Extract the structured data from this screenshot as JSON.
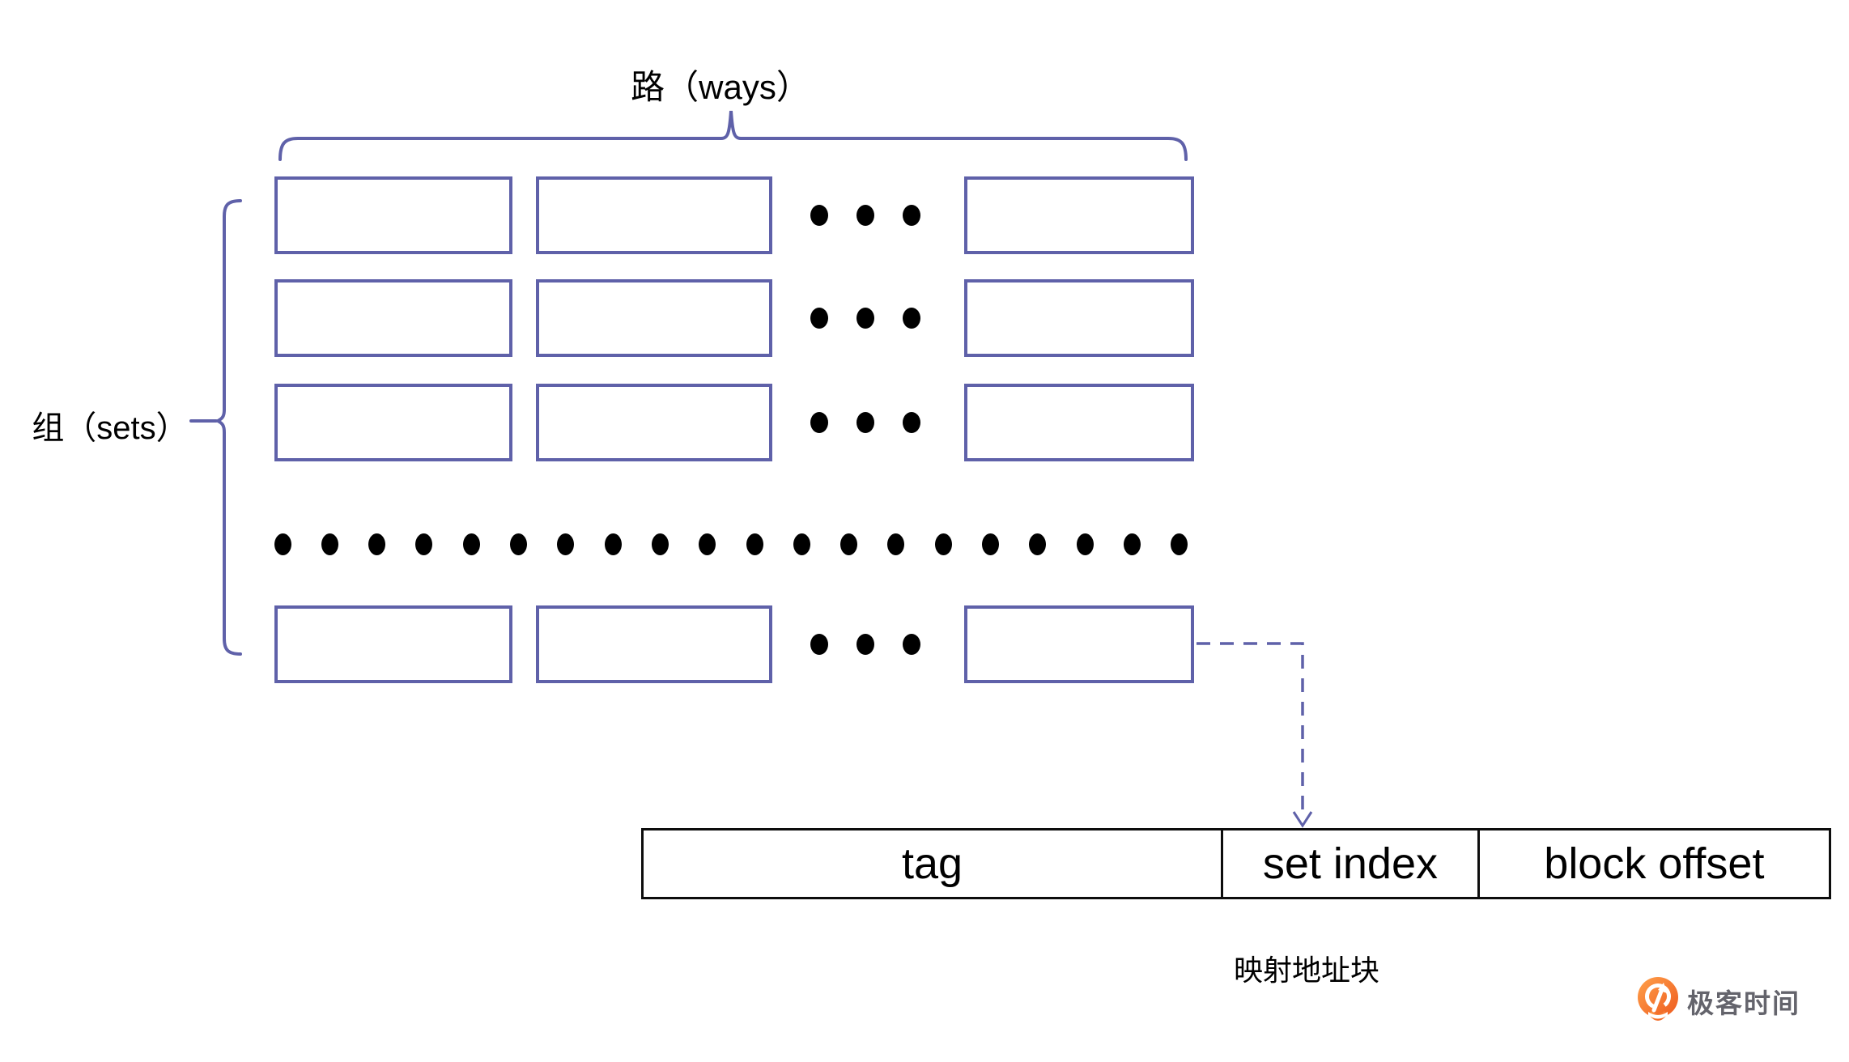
{
  "labels": {
    "ways": "路（ways）",
    "sets": "组（sets）",
    "mapping": "映射地址块"
  },
  "address_block": {
    "cells": [
      {
        "label": "tag"
      },
      {
        "label": "set index"
      },
      {
        "label": "block offset"
      }
    ]
  },
  "grid": {
    "visible_set_rows": 4,
    "visible_way_cols": 3,
    "group_ellipsis_dots": 3,
    "row_ellipsis_dots": 20
  },
  "logo": {
    "text": "极客时间",
    "icon": "geektime-q-arrow-icon"
  },
  "colors": {
    "shape_stroke": "#5f61a9",
    "table_border": "#0d0d0d",
    "dot": "#000000",
    "text": "#000000",
    "logo_text": "#64646c",
    "logo_orange_light": "#ffa14b",
    "logo_orange_dark": "#ee5a1e"
  }
}
